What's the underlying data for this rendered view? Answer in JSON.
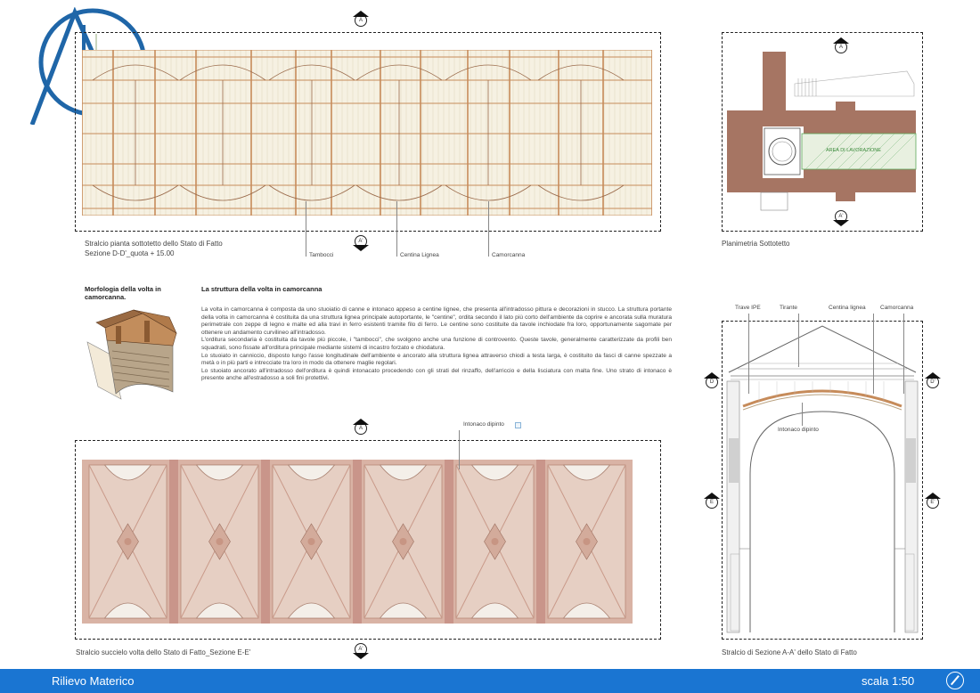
{
  "logo": {
    "name": "logo-mark"
  },
  "top_plan": {
    "caption": "Stralcio pianta sottotetto dello Stato di Fatto\nSezione D-D'_quota + 15.00",
    "labels": [
      "Tambocci",
      "Centina Lignea",
      "Camorcanna"
    ],
    "section_marks": [
      "A",
      "A'"
    ]
  },
  "planimetria": {
    "caption": "Planimetria Sottotetto",
    "work_area_label": "AREA DI LAVORAZIONE",
    "section_marks": [
      "A",
      "A'"
    ]
  },
  "morfologia": {
    "heading": "Morfologia della volta in camorcanna."
  },
  "struttura": {
    "heading": "La struttura della volta in camorcanna",
    "text": "La volta in camorcanna è composta da uno stuoiatio di canne e intonaco appeso a centine lignee, che presenta all'intradosso pittura e decorazioni in stucco. La struttura portante della volta in camorcanna è costituita da una struttura lignea principale autoportante, le \"centine\", ordita secondo il lato più corto dell'ambiente da coprire e ancorata sulla muratura perimetrale con zeppe di legno e malte ed alla travi in ferro esistenti tramite filo di ferro. Le centine sono costituite da tavole inchiodate fra loro, opportunamente sagomate per ottenere un andamento curvilineo all'intradosso.\nL'orditura secondaria è costituita da tavole più piccole, i \"tambocci\", che svolgono anche una funzione di controvento. Queste tavole, generalmente caratterizzate da profili ben squadrati, sono fissate all'orditura principale mediante sistemi di incastro forzato e chiodatura.\nLo stuoiato in canniccio, disposto lungo l'asse longitudinale dell'ambiente e ancorato alla struttura lignea attraverso chiodi a testa larga, è costituito da fasci di canne spezzate a metà o in più parti e intrecciate tra loro in modo da ottenere maglie regolari.\nLo stuoiato ancorato all'intradosso dell'orditura è quindi intonacato procedendo con gli strati del rinzaffo, dell'arriccio e della lisciatura con malta fine. Uno strato di intonaco è presente anche all'estradosso a soli fini protettivi."
  },
  "soffitto": {
    "caption": "Stralcio succielo volta dello Stato di Fatto_Sezione E-E'",
    "label": "Intonaco dipinto",
    "section_marks": [
      "A",
      "A'"
    ]
  },
  "sezione": {
    "caption": "Stralcio di Sezione A-A' dello Stato di Fatto",
    "labels": [
      "Trave IPE",
      "Tirante",
      "Centina lignea",
      "Camorcanna"
    ],
    "inner_label": "Intonaco dipinto",
    "section_marks": [
      "D",
      "D'",
      "E",
      "E'"
    ]
  },
  "footer": {
    "title": "Rilievo Materico",
    "scale": "scala 1:50",
    "compass_icon": "north-arrow-icon"
  },
  "colors": {
    "accent": "#1a75d2",
    "wall": "#a67563",
    "timber": "#c68b5a",
    "fresco": "#d9a99b"
  }
}
